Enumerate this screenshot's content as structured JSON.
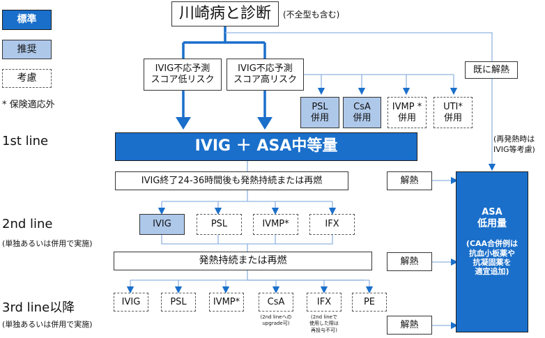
{
  "legend": {
    "standard": "標準",
    "recommended": "推奨",
    "consider": "考慮",
    "note": "* 保険適応外"
  },
  "top": {
    "title": "川崎病と診断",
    "subtitle": "(不全型も含む)",
    "low_risk": [
      "IVIG不応予測",
      "スコア低リスク"
    ],
    "high_risk": [
      "IVIG不応予測",
      "スコア高リスク"
    ],
    "already_afebrile": "既に解熱",
    "refever_note": [
      "(再発熱時は",
      "IVIG等考慮)"
    ]
  },
  "combos": [
    {
      "line1": "PSL",
      "line2": "併用",
      "type": "recommended"
    },
    {
      "line1": "CsA",
      "line2": "併用",
      "type": "recommended"
    },
    {
      "line1": "IVMP *",
      "line2": "併用",
      "type": "consider"
    },
    {
      "line1": "UTI*",
      "line2": "併用",
      "type": "consider"
    }
  ],
  "levels": {
    "first": "1st line",
    "second": "2nd line",
    "second_note": "(単独あるいは併用で実施)",
    "third": "3rd line以降",
    "third_note": "(単独あるいは併用で実施)"
  },
  "first_line": {
    "main": "IVIG ＋ ASA中等量",
    "after": "IVIG終了24-36時間後も発熱持続または再燃"
  },
  "second_line": {
    "options": [
      {
        "label": "IVIG",
        "type": "recommended"
      },
      {
        "label": "PSL",
        "type": "consider"
      },
      {
        "label": "IVMP*",
        "type": "consider"
      },
      {
        "label": "IFX",
        "type": "consider"
      }
    ],
    "after": "発熱持続または再燃"
  },
  "third_line": {
    "options": [
      {
        "label": "IVIG",
        "note": ""
      },
      {
        "label": "PSL",
        "note": ""
      },
      {
        "label": "IVMP*",
        "note": ""
      },
      {
        "label": "CsA",
        "note": [
          "(2nd lineへの",
          "upgrade可)"
        ]
      },
      {
        "label": "IFX",
        "note": [
          "(2nd lineで",
          "使用した際は",
          "再投与不可)"
        ]
      },
      {
        "label": "PE",
        "note": ""
      }
    ]
  },
  "afebrile": [
    "解熱",
    "解熱",
    "解熱"
  ],
  "asa_low": {
    "title1": "ASA",
    "title2": "低用量",
    "note": [
      "(CAA合併例は",
      "抗血小板薬や",
      "抗凝固薬を",
      "適宜追加)"
    ]
  },
  "colors": {
    "standard": "#1a6fca",
    "recommended": "#aec8ea",
    "connector": "#8fb3e0",
    "arrow": "#1a6fca"
  }
}
